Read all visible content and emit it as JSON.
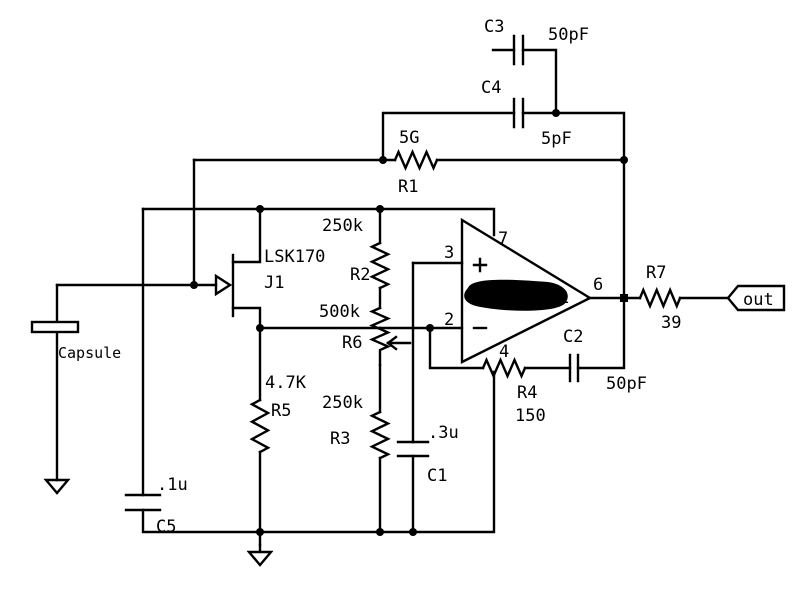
{
  "labels": {
    "c3": "C3",
    "c3_value": "50pF",
    "c4": "C4",
    "c4_value": "5pF",
    "r1_value": "5G",
    "r1": "R1",
    "r2_value": "250k",
    "r2": "R2",
    "j1_part": "LSK170",
    "j1": "J1",
    "r6_value": "500k",
    "r6": "R6",
    "r5_value": "4.7K",
    "r5": "R5",
    "r3_value": "250k",
    "r3": "R3",
    "c1_value": ".3u",
    "c1": "C1",
    "c5_value": ".1u",
    "c5": "C5",
    "capsule": "Capsule",
    "pin3": "3",
    "pin2": "2",
    "pin7": "7",
    "pin6": "6",
    "pin4": "4",
    "pin1": "1",
    "plus": "+",
    "minus": "−",
    "r7": "R7",
    "r7_value": "39",
    "r4": "R4",
    "r4_value": "150",
    "c2": "C2",
    "c2_value": "50pF",
    "out": "out"
  }
}
